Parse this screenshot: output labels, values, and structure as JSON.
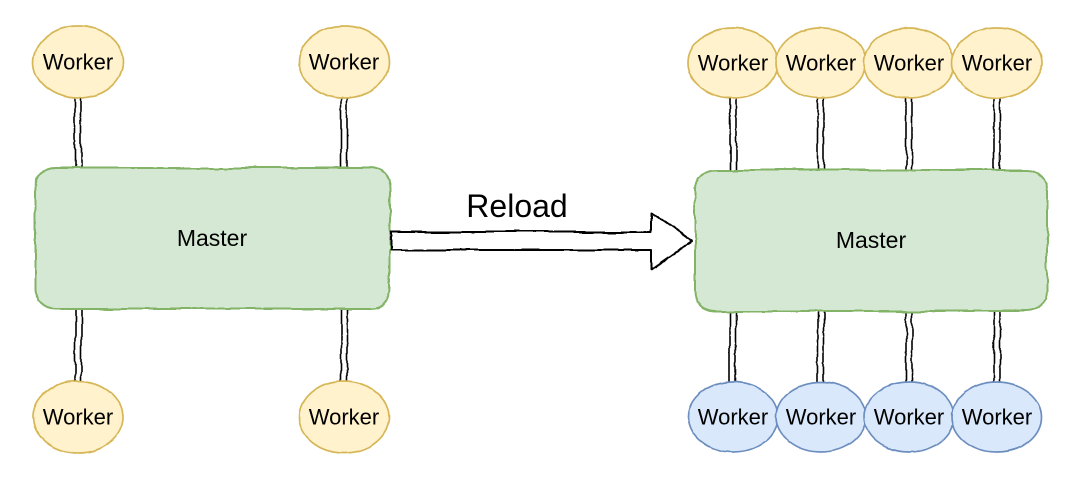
{
  "diagram": {
    "before": {
      "master_label": "Master",
      "top_workers": [
        "Worker",
        "Worker"
      ],
      "bottom_workers": [
        "Worker",
        "Worker"
      ]
    },
    "transition": {
      "arrow_label": "Reload",
      "direction": "right"
    },
    "after": {
      "master_label": "Master",
      "top_workers": [
        "Worker",
        "Worker",
        "Worker",
        "Worker"
      ],
      "bottom_workers": [
        "Worker",
        "Worker",
        "Worker",
        "Worker"
      ]
    },
    "colors": {
      "canvas_background": "#ffffff",
      "master_fill": "#d5e8d4",
      "master_stroke": "#82b366",
      "worker_yellow_fill": "#fff2cc",
      "worker_yellow_stroke": "#d6b656",
      "worker_blue_fill": "#dae8fc",
      "worker_blue_stroke": "#6c8ebf",
      "edge_stroke": "#000000",
      "arrow_fill": "#ffffff",
      "label_color": "#000000"
    }
  }
}
